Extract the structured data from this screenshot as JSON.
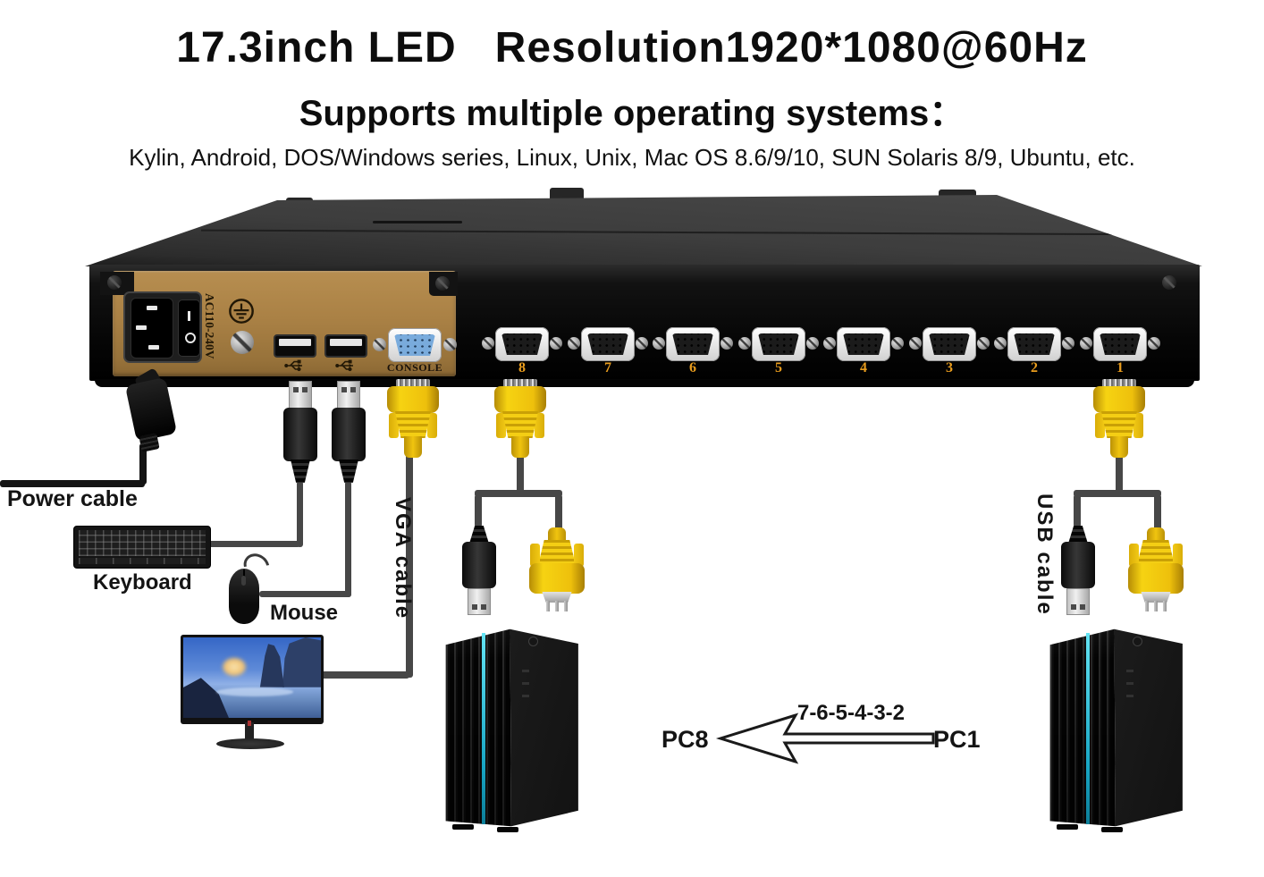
{
  "header": {
    "line1": "17.3inch LED   Resolution1920*1080@60Hz",
    "line2": "Supports multiple operating systems：",
    "os_line": "Kylin, Android, DOS/Windows series, Linux, Unix, Mac OS 8.6/9/10, SUN Solaris 8/9, Ubuntu, etc."
  },
  "device": {
    "ac_rating_label": "AC110-240V",
    "console_port_label": "CONSOLE",
    "port_numbers": [
      "8",
      "7",
      "6",
      "5",
      "4",
      "3",
      "2",
      "1"
    ]
  },
  "peripherals": {
    "power_cable_label": "Power cable",
    "keyboard_label": "Keyboard",
    "mouse_label": "Mouse",
    "vga_cable_label": "VGA cable",
    "usb_cable_label": "USB cable"
  },
  "annotation": {
    "left_pc_label": "PC8",
    "switch_sequence": "7-6-5-4-3-2",
    "right_pc_label": "PC1"
  },
  "icons": {
    "usb": "usb-trident-icon",
    "ground": "protective-earth-icon"
  },
  "colors": {
    "panel_gold": "#aa8145",
    "console_port_blue": "#79abdc",
    "vga_connector_yellow": "#f2c60f",
    "port_number_orange": "#e89c1d",
    "pc_led_cyan": "#35c9e8",
    "cable_gray": "#474747"
  }
}
